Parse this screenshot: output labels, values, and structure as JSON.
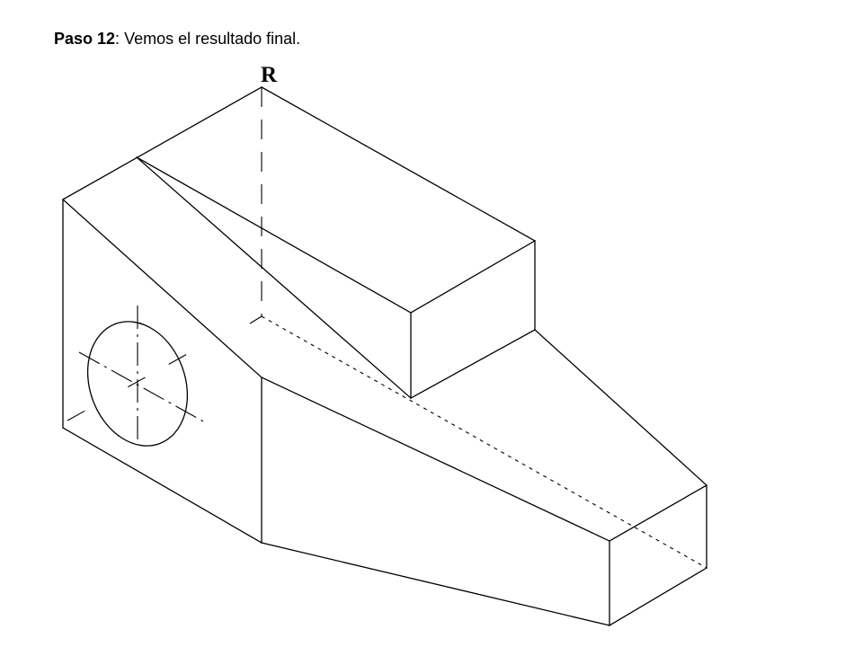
{
  "caption": {
    "step_label": "Paso 12",
    "separator": ":",
    "text": " Vemos el resultado final."
  },
  "drawing": {
    "vertex_label": "R",
    "colors": {
      "line": "#000000",
      "background": "#ffffff"
    }
  }
}
